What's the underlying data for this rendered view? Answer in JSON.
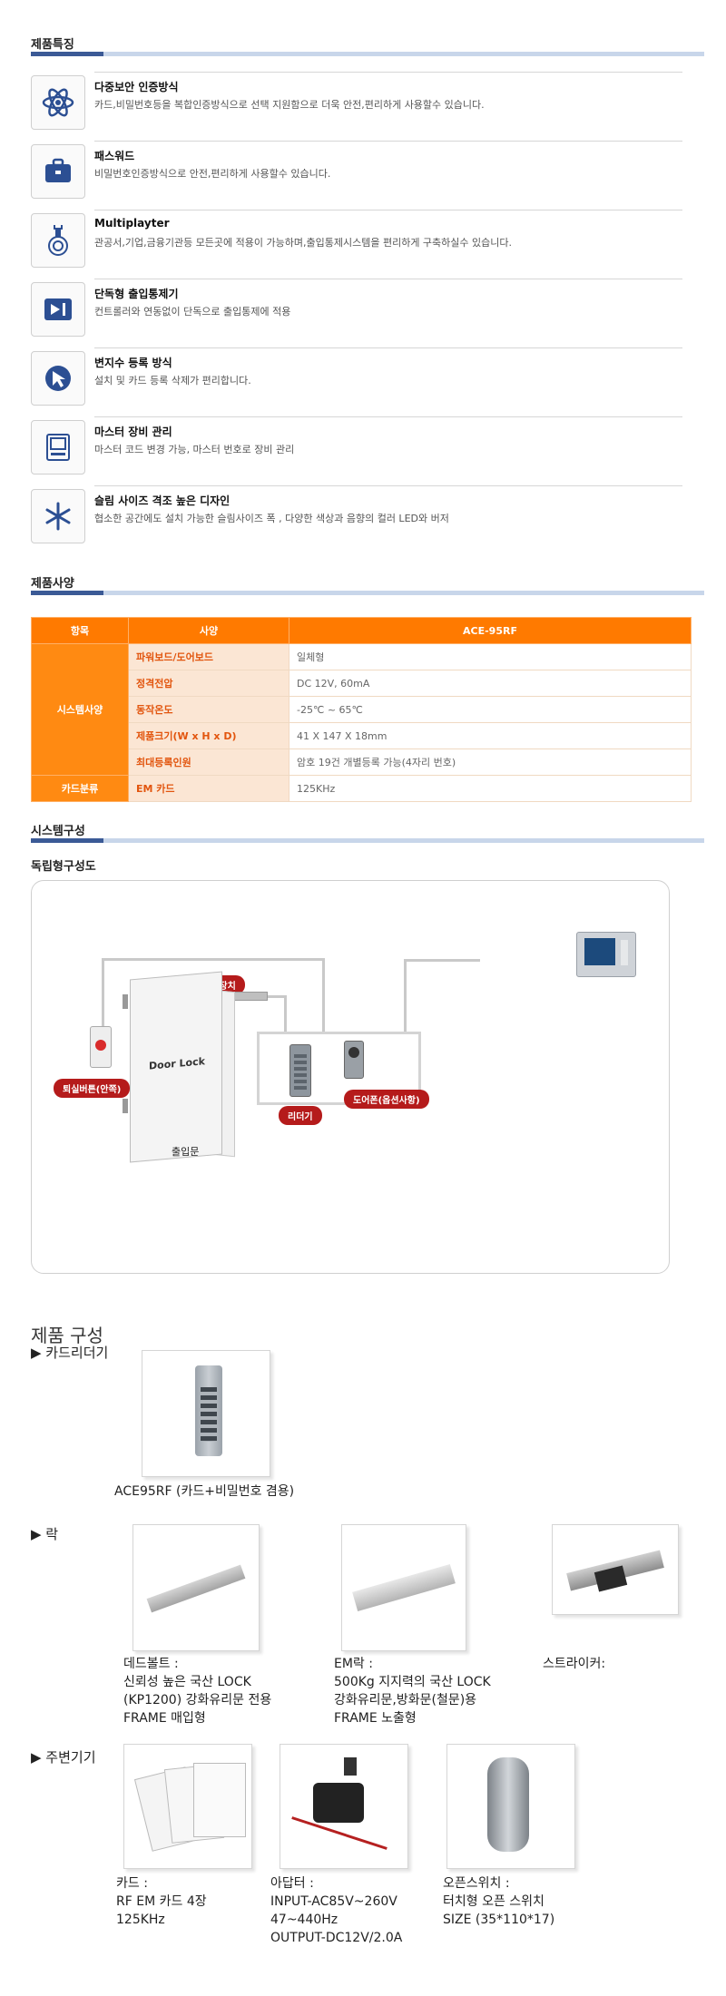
{
  "sections": {
    "features": "제품특징",
    "spec": "제품사양",
    "system": "시스템구성",
    "system_sub": "독립형구성도"
  },
  "features": [
    {
      "title": "다중보안 인증방식",
      "desc": "카드,비밀번호등을 복합인증방식으로 선택 지원함으로 더욱 안전,편리하게 사용할수 있습니다.",
      "icon": "atom-icon"
    },
    {
      "title": "패스워드",
      "desc": "비밀번호인증방식으로 안전,편리하게 사용할수 있습니다.",
      "icon": "briefcase-icon"
    },
    {
      "title": "Multiplayter",
      "desc": "관공서,기업,금융기관등 모든곳에 적용이 가능하며,출입통제시스템을 편리하게 구축하실수 있습니다.",
      "icon": "plug-icon"
    },
    {
      "title": "단독형 출입통제기",
      "desc": "컨트롤러와 연동없이 단독으로 출입통제에 적용",
      "icon": "entry-arrow-icon"
    },
    {
      "title": "변지수 등록 방식",
      "desc": "설치 및 카드 등록 삭제가 편리합니다.",
      "icon": "cursor-arrow-icon"
    },
    {
      "title": "마스터 장비 관리",
      "desc": "마스터 코드 변경 가능, 마스터 번호로 장비 관리",
      "icon": "monitor-icon"
    },
    {
      "title": "슬림 사이즈 격조 높은 디자인",
      "desc": "협소한 공간에도 설치 가능한 슬림사이즈 폭 , 다양한 색상과 음향의 컬러 LED와 버저",
      "icon": "asterisk-icon"
    }
  ],
  "spec": {
    "headers": [
      "항목",
      "사양",
      "ACE-95RF"
    ],
    "group1": "시스템사양",
    "rows": [
      {
        "label": "파워보드/도어보드",
        "value": "일체형"
      },
      {
        "label": "정격전압",
        "value": "DC 12V, 60mA"
      },
      {
        "label": "동작온도",
        "value": "-25℃ ~ 65℃"
      },
      {
        "label": "제품크기(W x H x D)",
        "value": "41 X 147 X 18mm"
      },
      {
        "label": "최대등록인원",
        "value": "암호 19건 개별등록 가능(4자리 번호)"
      }
    ],
    "group2": "카드분류",
    "card_label": "EM 카드",
    "card_value": "125KHz"
  },
  "diagram": {
    "lock_tag": "잠금장치",
    "exit_tag": "퇴실버튼(안쪽)",
    "reader_tag": "리더기",
    "doorphone_tag": "도어폰(옵션사항)",
    "door_text": "Door Lock",
    "door_caption": "출입문"
  },
  "components": {
    "title": "제품 구성",
    "reader_head": "▶ 카드리더기",
    "reader_caption": "ACE95RF (카드+비밀번호 겸용)",
    "lock_head": "▶ 락",
    "locks": [
      {
        "lines": [
          "데드볼트 :",
          "신뢰성 높은 국산 LOCK",
          "(KP1200) 강화유리문 전용",
          "FRAME 매입형"
        ]
      },
      {
        "lines": [
          "EM락 :",
          "500Kg 지지력의 국산 LOCK",
          "강화유리문,방화문(철문)용",
          "FRAME 노출형"
        ]
      },
      {
        "lines": [
          "스트라이커:"
        ]
      }
    ],
    "periph_head": "▶ 주변기기",
    "peripherals": [
      {
        "lines": [
          "카드 :",
          "RF EM 카드 4장",
          "125KHz"
        ]
      },
      {
        "lines": [
          "아답터 :",
          "INPUT-AC85V~260V",
          "47~440Hz",
          "OUTPUT-DC12V/2.0A"
        ]
      },
      {
        "lines": [
          "오픈스위치 :",
          "터치형 오픈 스위치",
          "SIZE (35*110*17)"
        ]
      }
    ]
  }
}
